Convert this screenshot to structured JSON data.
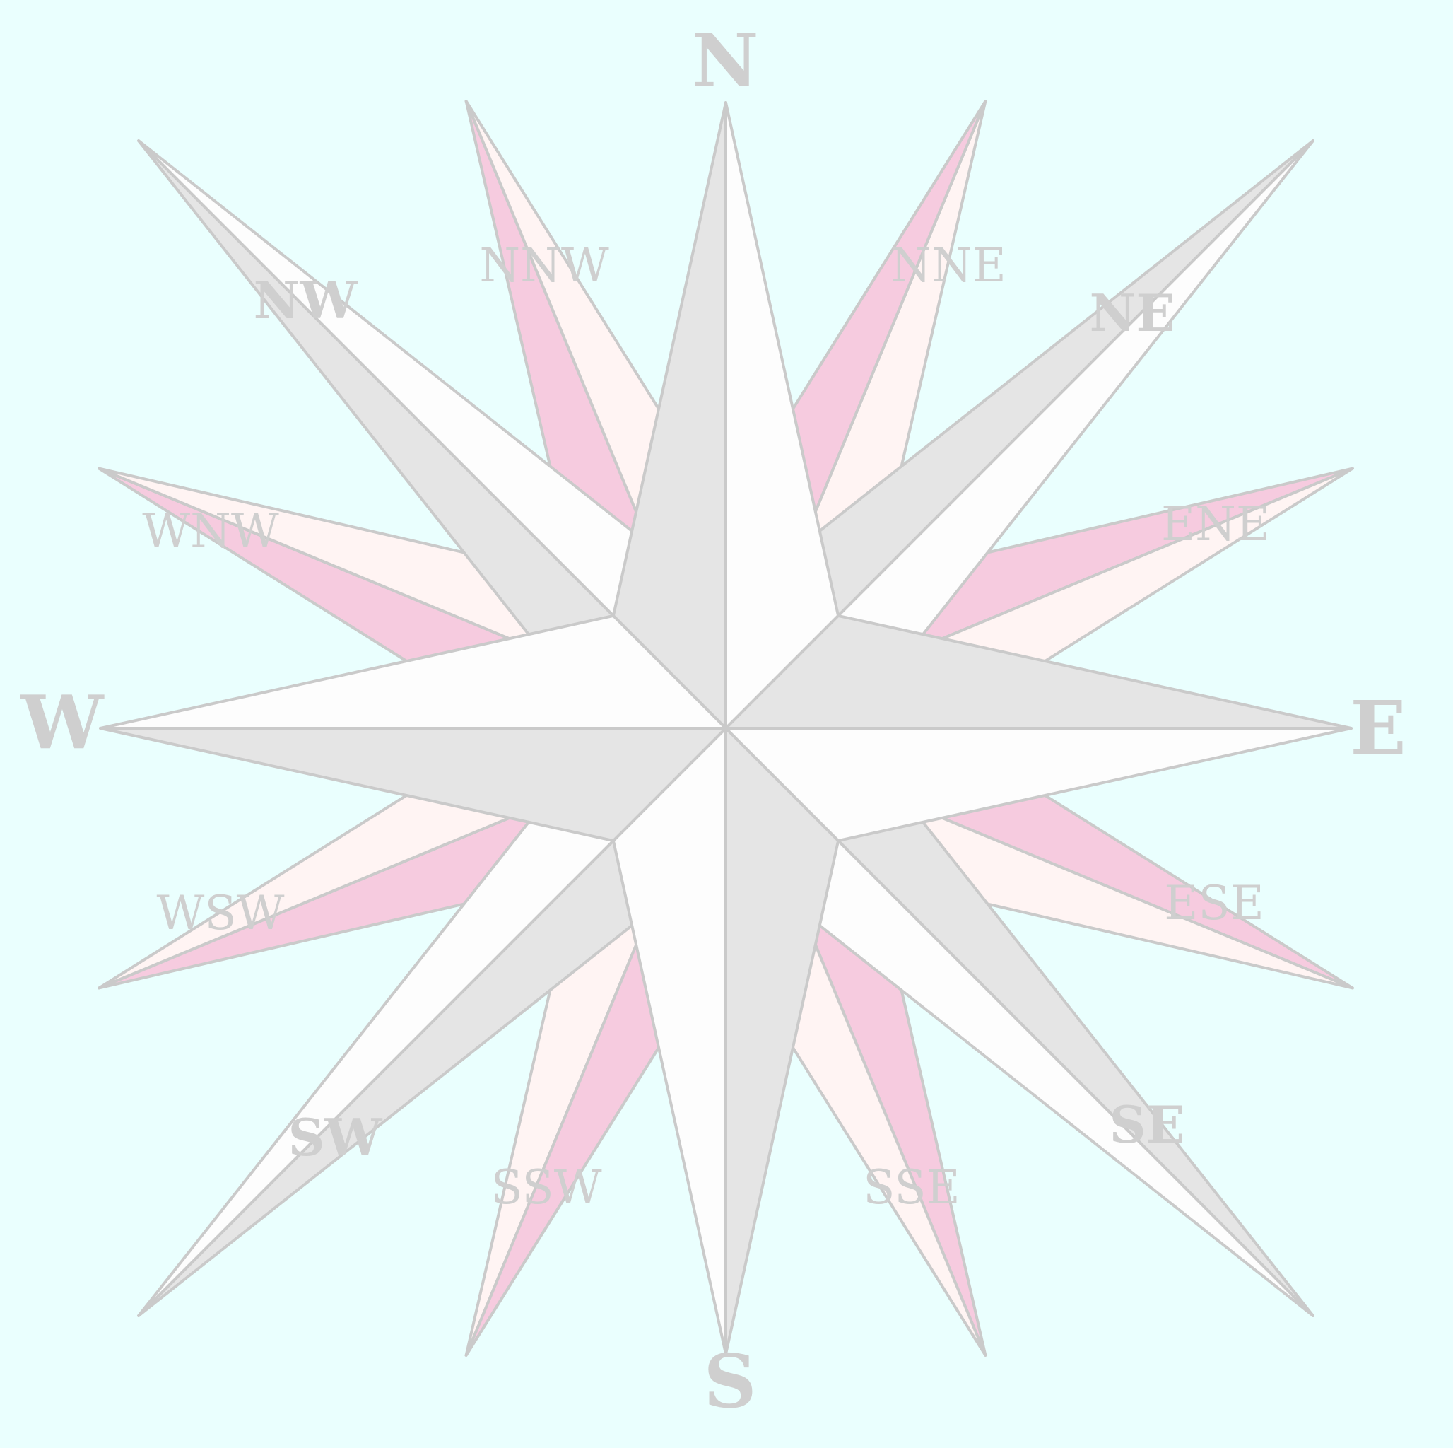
{
  "compass": {
    "cardinal": [
      "N",
      "E",
      "S",
      "W"
    ],
    "intercardinal": [
      "NE",
      "SE",
      "SW",
      "NW"
    ],
    "secondary": [
      "NNE",
      "ENE",
      "ESE",
      "SSE",
      "SSW",
      "WSW",
      "WNW",
      "NNW"
    ]
  },
  "colors": {
    "background": "#eafffe",
    "stroke": "#cacaca",
    "label": "#cfcfcf",
    "light": "#fdfdfd",
    "shade": "#e5e5e5",
    "pink": "#f6cbdf",
    "blush": "#fff4f3"
  }
}
